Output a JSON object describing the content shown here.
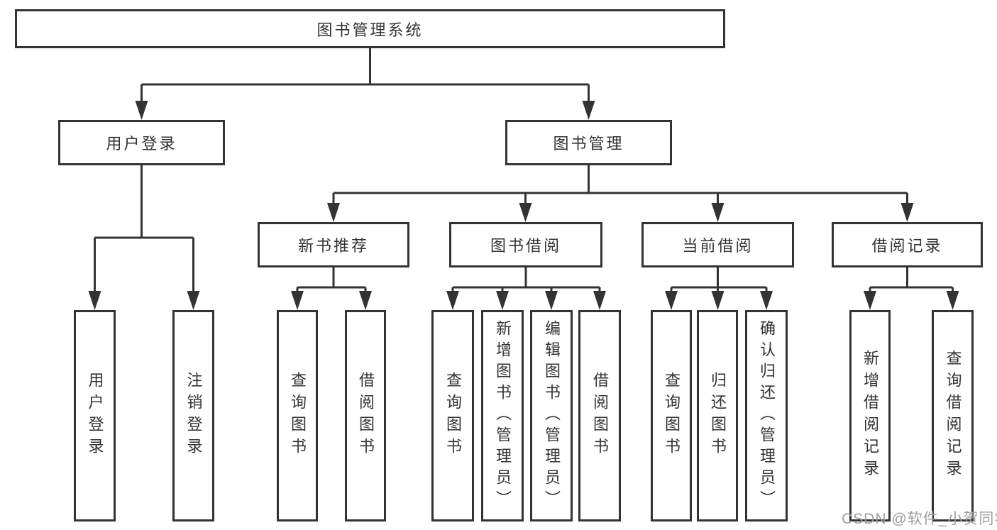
{
  "tree": {
    "root": "图书管理系统",
    "nodes": [
      {
        "label": "用户登录",
        "children": [
          "用户登录",
          "注销登录"
        ]
      },
      {
        "label": "图书管理",
        "children": [
          {
            "label": "新书推荐",
            "children": [
              "查询图书",
              "借阅图书"
            ]
          },
          {
            "label": "图书借阅",
            "children": [
              "查询图书",
              "新增图书（管理员）",
              "编辑图书（管理员）",
              "借阅图书"
            ]
          },
          {
            "label": "当前借阅",
            "children": [
              "查询图书",
              "归还图书",
              "确认归还（管理员）"
            ]
          },
          {
            "label": "借阅记录",
            "children": [
              "新增借阅记录",
              "查询借阅记录"
            ]
          }
        ]
      }
    ]
  },
  "watermark": {
    "text": "CSDN @软件_小贺同学"
  },
  "colors": {
    "line": "#333333",
    "text": "#333333",
    "watermark": "#9e9e9e",
    "background": "#ffffff"
  }
}
